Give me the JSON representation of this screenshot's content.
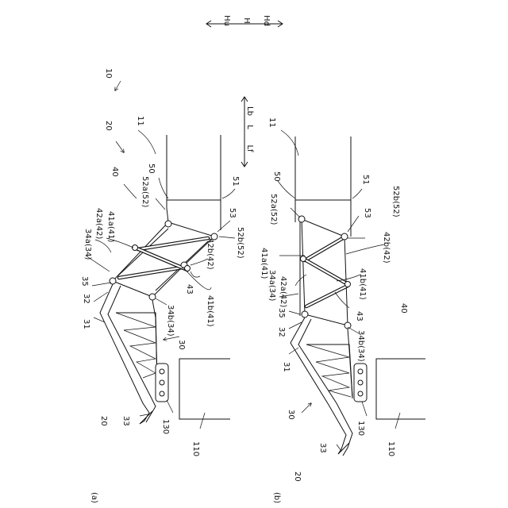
{
  "directions": {
    "h_up": "Hu",
    "h": "H",
    "h_down": "Hd",
    "l": "L",
    "l_back": "Lb",
    "l_front": "Lf"
  },
  "labels": {
    "a": {
      "panel": "(a)",
      "n10": "10",
      "n20_top": "20",
      "n11": "11",
      "n40": "40",
      "n50": "50",
      "n51": "51",
      "n52a": "52a(52)",
      "n53": "53",
      "n52b": "52b(52)",
      "n42a": "42a(42)",
      "n41a": "41a(41)",
      "n34a": "34a(34)",
      "n35": "35",
      "n32": "32",
      "n31": "31",
      "n42b": "42b(42)",
      "n43": "43",
      "n41b": "41b(41)",
      "n34b": "34b(34)",
      "n30": "30",
      "n20_bottom": "20",
      "n33": "33",
      "n130": "130",
      "n110": "110"
    },
    "b": {
      "panel": "(b)",
      "n11": "11",
      "n50": "50",
      "n51": "51",
      "n52a": "52a(52)",
      "n53": "53",
      "n52b": "52b(52)",
      "n41a": "41a(41)",
      "n42b": "42b(42)",
      "n34a": "34a(34)",
      "n42a": "42a(42)",
      "n41b": "41b(41)",
      "n35": "35",
      "n43": "43",
      "n40": "40",
      "n32": "32",
      "n34b": "34b(34)",
      "n31": "31",
      "n30": "30",
      "n33": "33",
      "n130": "130",
      "n110": "110",
      "n20": "20"
    }
  }
}
